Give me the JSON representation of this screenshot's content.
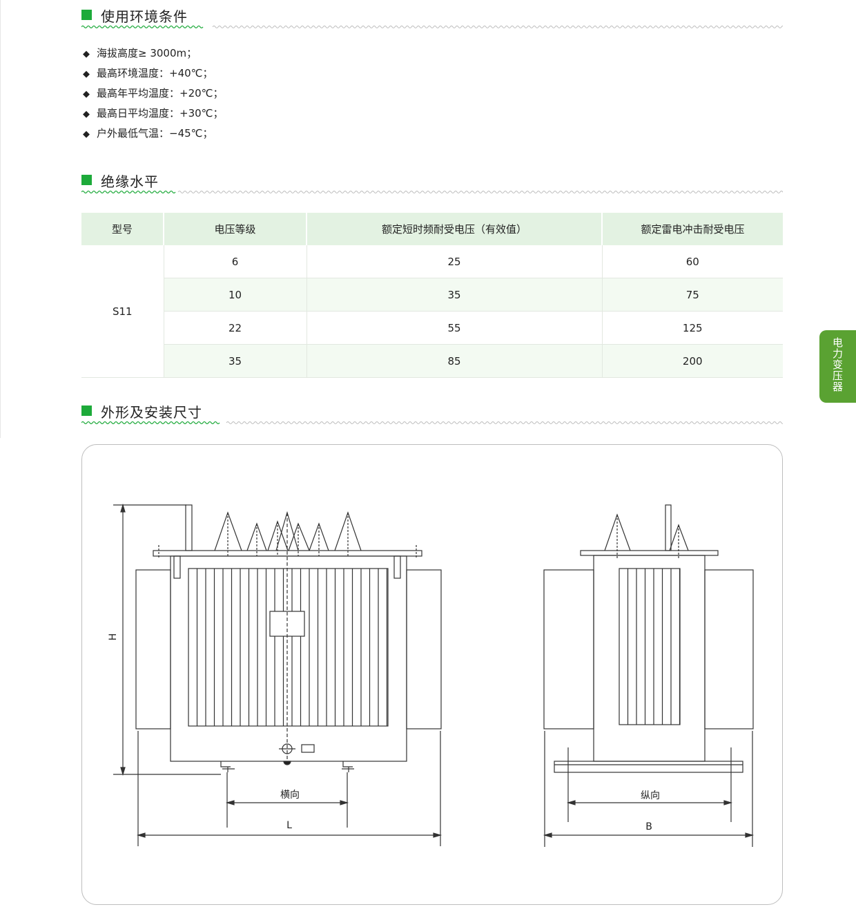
{
  "sections": {
    "env": {
      "title": "使用环境条件"
    },
    "insulation": {
      "title": "绝缘水平"
    },
    "dims": {
      "title": "外形及安装尺寸"
    }
  },
  "environment_conditions": [
    "海拔高度≥ 3000m；",
    "最高环境温度：+40℃；",
    "最高年平均温度：+20℃；",
    "最高日平均温度：+30℃；",
    "户外最低气温：−45℃；"
  ],
  "insulation_table": {
    "headers": [
      "型号",
      "电压等级",
      "额定短时频耐受电压（有效值）",
      "额定雷电冲击耐受电压"
    ],
    "model": "S11",
    "rows": [
      [
        "6",
        "25",
        "60"
      ],
      [
        "10",
        "35",
        "75"
      ],
      [
        "22",
        "55",
        "125"
      ],
      [
        "35",
        "85",
        "200"
      ]
    ]
  },
  "side_tab": {
    "label": "电力变压器"
  },
  "drawing": {
    "label_H": "H",
    "label_transverse": "横向",
    "label_L": "L",
    "label_longitudinal": "纵向",
    "label_B": "B"
  },
  "colors": {
    "accent_green": "#1daa3a",
    "tab_green": "#5aa232",
    "table_header_bg": "#e3f2e2",
    "table_alt_bg": "#f3faf2"
  }
}
